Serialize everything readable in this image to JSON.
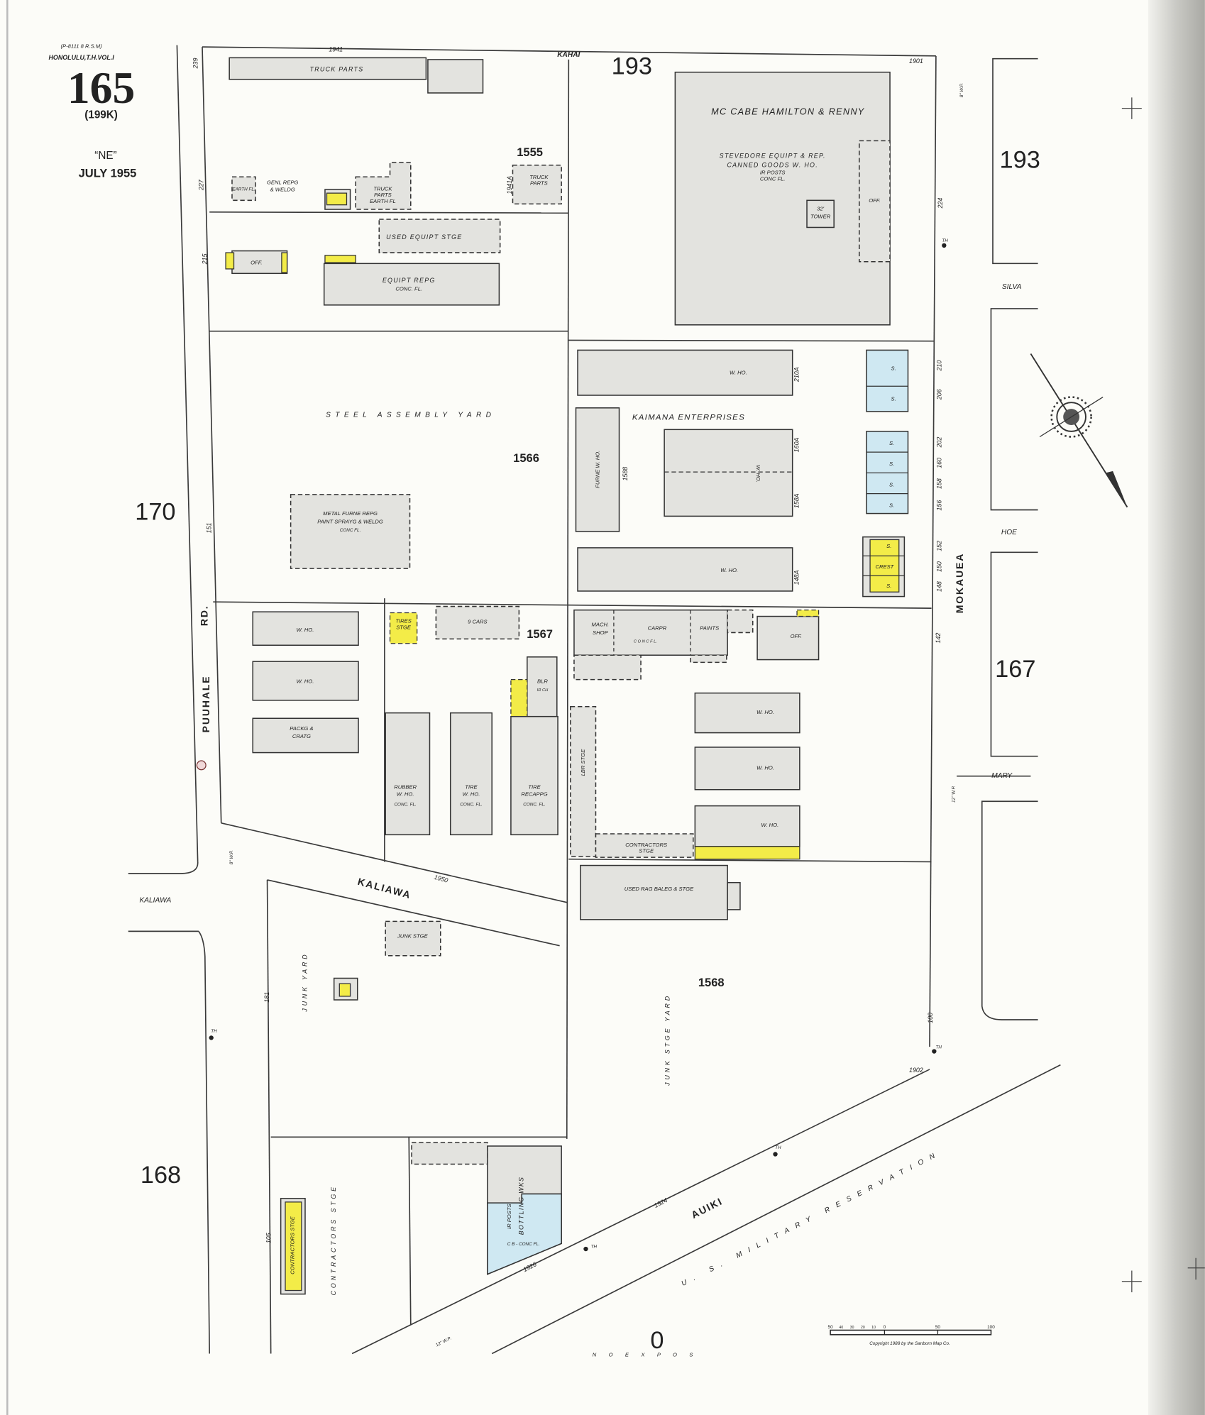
{
  "header": {
    "ref": "(P-8111 8 R.S.M)",
    "city_volume": "HONOLULU,T.H.VOL.I",
    "sheet_number": "165",
    "alt_number": "(199K)",
    "series": "“NE”",
    "date": "JULY 1955"
  },
  "adjoining_sheets": [
    "193",
    "193",
    "170",
    "167",
    "168",
    "0"
  ],
  "blocks": [
    "1555",
    "1566",
    "1567",
    "1568"
  ],
  "streets": {
    "puuhale": "PUUHALE",
    "rd": "RD.",
    "mokauea": "MOKAUEA",
    "kahai": "KAHAI",
    "silva": "SILVA",
    "hoe": "HOE",
    "mary": "MARY",
    "kaliawa": "KALIAWA",
    "kaliawa_west": "KALIAWA",
    "auiki": "AUIKI",
    "reservation": "U. S. MILITARY RESERVATION",
    "noexpos": "N O E X P O S"
  },
  "areas": {
    "steel_yard": "STEEL ASSEMBLY YARD",
    "kaimana": "KAIMANA ENTERPRISES",
    "junk_yard": "JUNK YARD",
    "contractors_stge_area": "CONTRACTORS STGE",
    "junk_stge_yard": "JUNK STGE YARD"
  },
  "buildings": {
    "truck_parts": "TRUCK PARTS",
    "mccabe": "MC CABE HAMILTON & RENNY",
    "mccabe_use1": "STEVEDORE EQUIPT & REP.",
    "mccabe_use2": "CANNED GOODS W. HO.",
    "mccabe_use3": "IR POSTS",
    "mccabe_use4": "CONC FL.",
    "tower1": "32'",
    "tower2": "TOWER",
    "off": "OFF.",
    "earth_fl": "EARTH FL.",
    "genl_repg1": "GENL REPG",
    "genl_repg2": "& WELDG",
    "truck_parts_earth1": "TRUCK",
    "truck_parts_earth2": "PARTS",
    "truck_parts_earth3": "EARTH FL",
    "truck_parts_b1": "TRUCK",
    "truck_parts_b2": "PARTS",
    "used_equipt": "USED EQUIPT STGE",
    "equipt_repg": "EQUIPT REPG",
    "conc_fl": "CONC. FL.",
    "metal1": "METAL FURNE REPG",
    "metal2": "PAINT SPRAYG & WELDG",
    "metal3": "CONC FL.",
    "w_ho": "W. HO.",
    "furn_w_ho": "FURNE W. HO.",
    "dwelling": "S.",
    "crest": "CREST",
    "packg1": "PACKG &",
    "packg2": "CRATG",
    "tires_stge1": "TIRES",
    "tires_stge2": "STGE",
    "nine_cars": "9 CARS",
    "blr1": "BLR",
    "blr2": "IR CH",
    "rubber1": "RUBBER",
    "rubber2": "W. HO.",
    "tire1": "TIRE",
    "tire2": "W. HO.",
    "recap1": "TIRE",
    "recap2": "RECAPPG",
    "mach1": "MACH.",
    "mach2": "SHOP",
    "carpr": "CARPR",
    "paints": "PAINTS",
    "conc_row": "C O N C   F L.",
    "lbr_stge": "LBR STGE",
    "contractors1": "CONTRACTORS",
    "contractors2": "STGE",
    "used_rag": "USED RAG BALEG & STGE",
    "junk_stge": "JUNK STGE",
    "bottling": "BOTTLING WKS",
    "ir_posts": "IR POSTS",
    "cb_conc": "C B - CONC FL.",
    "contr_stge_bldg": "CONTRACTORS STGE"
  },
  "addresses": [
    "1941",
    "1901",
    "239",
    "227",
    "215",
    "151",
    "224",
    "210",
    "206",
    "202",
    "160",
    "158",
    "156",
    "152",
    "150",
    "148",
    "142",
    "100",
    "1902",
    "1950",
    "1924",
    "1926",
    "181",
    "105",
    "1941A",
    "160A",
    "158A",
    "148A",
    "210A",
    "1588"
  ],
  "labels": {
    "th": "TH",
    "wp": "8\" W.P.",
    "wp12": "12\" W.P."
  },
  "scale": {
    "ticks": [
      "50",
      "40",
      "30",
      "20",
      "10",
      "0",
      "50",
      "100"
    ],
    "copyright": "Copyright 1988 by the Sanborn Map Co."
  },
  "colors": {
    "paper": "#fcfcf8",
    "building": "#e3e3df",
    "frame_yellow": "#f3ec48",
    "brick_blue": "#cfe8f2"
  }
}
